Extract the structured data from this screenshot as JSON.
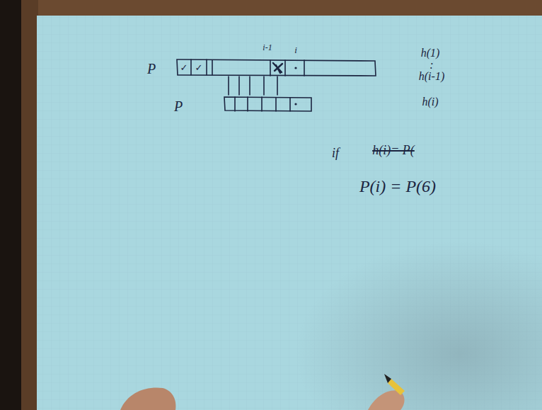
{
  "diagram": {
    "labels": [
      "P",
      "✓",
      "✓",
      "i-1",
      "i",
      "h(1)",
      ":",
      "h(i-1)",
      "h(i)",
      "P",
      "if",
      "h(i)= P(",
      "P(i) = P(6)"
    ]
  }
}
